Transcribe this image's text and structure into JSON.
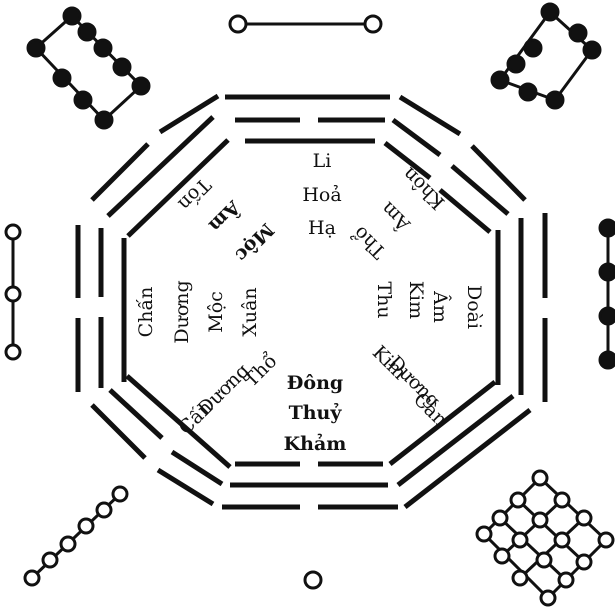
{
  "colors": {
    "ink": "#111111",
    "paper": "#ffffff"
  },
  "labels": {
    "ly": [
      "Li",
      "Hoả",
      "Hạ"
    ],
    "khon": [
      "Khôn",
      "Âm",
      "Thổ"
    ],
    "doai": [
      "Doài",
      "Âm",
      "Kim",
      "Thu"
    ],
    "can": [
      "Kim",
      "Dương",
      "Càn"
    ],
    "kham": [
      "Đông",
      "Thuỷ",
      "Khảm"
    ],
    "canE": [
      "Thổ",
      "Dương",
      "Cấn"
    ],
    "chan": [
      "Xuân",
      "Mộc",
      "Dương",
      "Chấn"
    ],
    "ton": [
      "Mộc",
      "Âm",
      "Tốn"
    ]
  }
}
